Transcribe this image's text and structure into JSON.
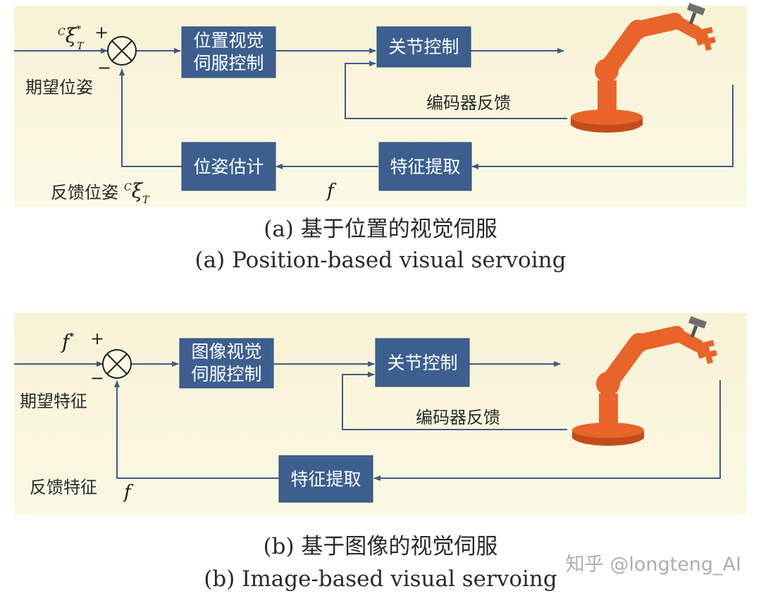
{
  "panel_a": {
    "desired_symbol": "ξ",
    "desired_sup": "C",
    "desired_star": "*",
    "desired_sub": "T",
    "plus": "+",
    "minus": "−",
    "desired_label": "期望位姿",
    "block1_line1": "位置视觉",
    "block1_line2": "伺服控制",
    "joint_block": "关节控制",
    "encoder_label": "编码器反馈",
    "estimate_block": "位姿估计",
    "feature_block": "特征提取",
    "feedback_label": "反馈位姿",
    "feedback_sup": "C",
    "feedback_symbol": "ξ",
    "feedback_sub": "T",
    "f_label": "f",
    "caption_zh": "(a) 基于位置的视觉伺服",
    "caption_en": "(a) Position-based visual servoing"
  },
  "panel_b": {
    "desired_symbol": "f",
    "desired_star": "*",
    "plus": "+",
    "minus": "−",
    "desired_label": "期望特征",
    "block1_line1": "图像视觉",
    "block1_line2": "伺服控制",
    "joint_block": "关节控制",
    "encoder_label": "编码器反馈",
    "feature_block": "特征提取",
    "feedback_label": "反馈特征",
    "f_label": "f",
    "caption_zh": "(b) 基于图像的视觉伺服",
    "caption_en": "(b) Image-based visual servoing"
  },
  "watermark": "知乎 @longteng_AI",
  "colors": {
    "panel_bg": "#f8f4da",
    "block_fill": "#3d5f8f",
    "line": "#3f5a86",
    "robot": "#e8642a",
    "robot_dark": "#c24c1c",
    "gripper": "#6e6e6e"
  }
}
